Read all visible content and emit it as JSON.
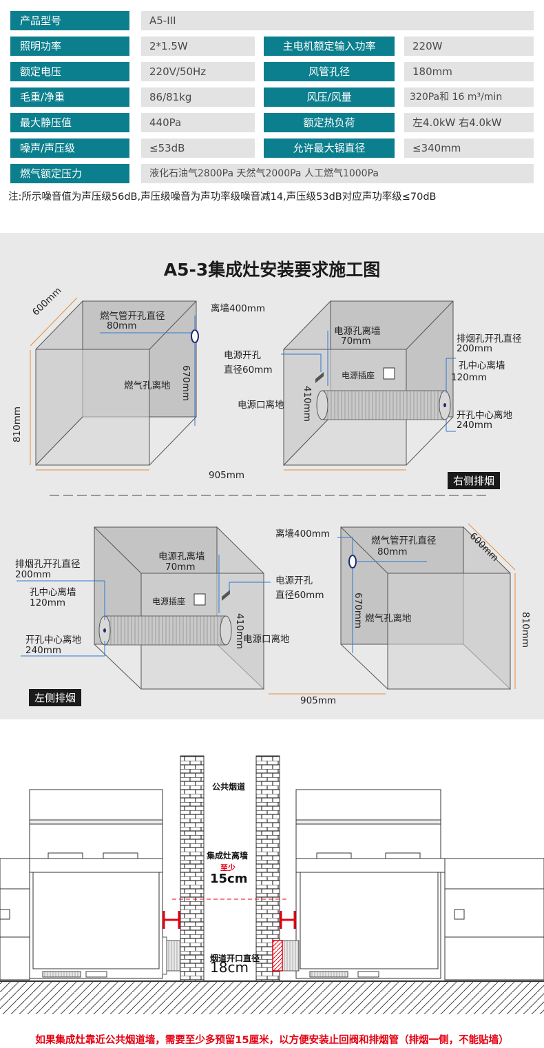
{
  "specs": {
    "rows": [
      {
        "label": "产品型号",
        "value": "A5-III"
      },
      {
        "label": "照明功率",
        "value": "2*1.5W",
        "label2": "主电机额定输入功率",
        "value2": "220W"
      },
      {
        "label": "额定电压",
        "value": "220V/50Hz",
        "label2": "风管孔径",
        "value2": "180mm"
      },
      {
        "label": "毛重/净重",
        "value": "86/81kg",
        "label2": "风压/风量",
        "value2": "320Pa和 16 m³/min"
      },
      {
        "label": "最大静压值",
        "value": "440Pa",
        "label2": "额定热负荷",
        "value2": "左4.0kW 右4.0kW"
      },
      {
        "label": "噪声/声压级",
        "value": "≤53dB",
        "label2": "允许最大锅直径",
        "value2": "≤340mm"
      },
      {
        "label": "燃气额定压力",
        "value": "液化石油气2800Pa 天然气2000Pa 人工燃气1000Pa"
      }
    ],
    "note": "注:所示噪音值为声压级56dB,声压级噪音为声功率级噪音减14,声压级53dB对应声功率级≤70dB"
  },
  "install": {
    "title": "A5-3集成灶安装要求施工图",
    "d1": {
      "depth": "600mm",
      "height": "810mm",
      "gas_hole": "燃气管开孔直径",
      "gas_hole_val": "80mm",
      "wall_dist": "离墙400mm",
      "h670": "670mm",
      "gas_floor": "燃气孔离地"
    },
    "d2": {
      "pw_wall": "电源孔离墙",
      "pw_wall_val": "70mm",
      "pw_hole": "电源开孔",
      "pw_hole_val": "直径60mm",
      "socket": "电源插座",
      "h410": "410mm",
      "pw_floor": "电源口离地",
      "exhaust": "排烟孔开孔直径",
      "exhaust_val": "200mm",
      "center_wall": "孔中心离墙",
      "center_wall_val": "120mm",
      "center_floor": "开孔中心离地",
      "center_floor_val": "240mm",
      "width": "905mm",
      "tag": "右侧排烟"
    },
    "d3": {
      "exhaust": "排烟孔开孔直径",
      "exhaust_val": "200mm",
      "center_wall": "孔中心离墙",
      "center_wall_val": "120mm",
      "center_floor": "开孔中心离地",
      "center_floor_val": "240mm",
      "pw_wall": "电源孔离墙",
      "pw_wall_val": "70mm",
      "pw_hole": "电源开孔",
      "pw_hole_val": "直径60mm",
      "socket": "电源插座",
      "h410": "410mm",
      "pw_floor": "电源口离地",
      "tag": "左侧排烟"
    },
    "d4": {
      "wall_dist": "离墙400mm",
      "gas_hole": "燃气管开孔直径",
      "gas_hole_val": "80mm",
      "depth": "600mm",
      "h670": "670mm",
      "gas_floor": "燃气孔离地",
      "height": "810mm",
      "width": "905mm"
    }
  },
  "flue": {
    "public_flue": "公共烟道",
    "wall_label": "集成灶离墙",
    "min_label": "至少",
    "min_val": "15cm",
    "opening_label": "烟道开口直径",
    "opening_val": "18cm",
    "warning": "如果集成灶靠近公共烟道墙，需要至少多预留15厘米，以方便安装止回阀和排烟管（排烟一侧，不能贴墙）"
  }
}
